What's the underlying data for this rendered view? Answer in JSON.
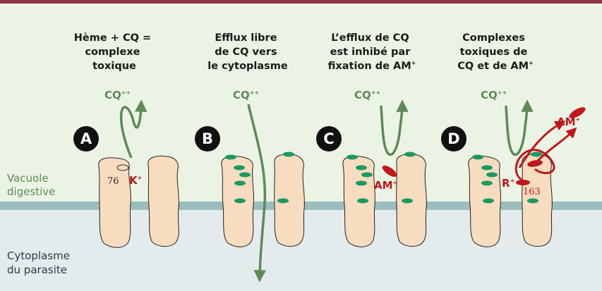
{
  "colors": {
    "top_bar": "#8c3743",
    "upper_bg": "#ebf3e4",
    "lower_bg": "#e3ebed",
    "membrane": "#9cbdc0",
    "protein": "#f8dcbf",
    "green": "#5e8a56",
    "teal": "#1a9a63",
    "red": "#c0161c"
  },
  "labels": {
    "vacuole": [
      "Vacuole",
      "digestive"
    ],
    "cytoplasm": [
      "Cytoplasme",
      "du parasite"
    ]
  },
  "panels": [
    {
      "letter": "A",
      "title": [
        "Hème + CQ =",
        "complexe",
        "toxique"
      ],
      "cq": "CQ",
      "cq_sup": "++",
      "number": "76",
      "ion": "K",
      "ion_sup": "+"
    },
    {
      "letter": "B",
      "title": [
        "Efflux libre",
        "de CQ vers",
        "le cytoplasme"
      ],
      "cq": "CQ",
      "cq_sup": "++"
    },
    {
      "letter": "C",
      "title": [
        "L’efflux de CQ",
        "est inhibé par",
        "fixation de AM"
      ],
      "title_sup": "+",
      "cq": "CQ",
      "cq_sup": "++",
      "drug": "AM",
      "drug_sup": "+"
    },
    {
      "letter": "D",
      "title": [
        "Complexes",
        "toxiques de",
        "CQ et de AM"
      ],
      "title_sup": "+",
      "cq": "CQ",
      "cq_sup": "++",
      "drug": "AM",
      "drug_sup": "+",
      "ion": "R",
      "ion_sup": "+",
      "number": "163"
    }
  ]
}
